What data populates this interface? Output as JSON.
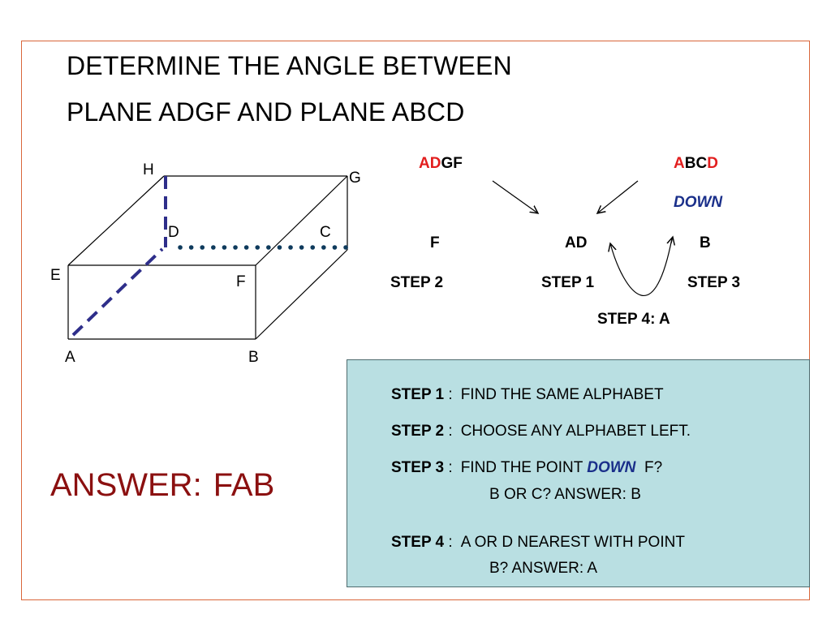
{
  "title": {
    "line1": "DETERMINE THE ANGLE BETWEEN",
    "line2": "PLANE ADGF AND PLANE ABCD"
  },
  "cube_labels": {
    "H": "H",
    "G": "G",
    "D": "D",
    "C": "C",
    "E": "E",
    "F": "F",
    "A": "A",
    "B": "B"
  },
  "planes": {
    "plane1": {
      "red_part": "AD",
      "black_part": "GF"
    },
    "plane2": {
      "red_a": "A",
      "black_part": "BC",
      "red_d": "D"
    },
    "down": "DOWN"
  },
  "steps_diagram": {
    "f": "F",
    "ad": "AD",
    "b": "B",
    "step2": "STEP 2",
    "step1": "STEP 1",
    "step3": "STEP 3",
    "step4": "STEP 4: A"
  },
  "answer": {
    "label": "ANSWER:",
    "value": "FAB"
  },
  "instructions": {
    "step1": {
      "label": "STEP 1",
      "sep": ":",
      "text": "FIND THE SAME  ALPHABET"
    },
    "step2": {
      "label": "STEP 2",
      "sep": ":",
      "text": "CHOOSE ANY ALPHABET LEFT."
    },
    "step3": {
      "label": "STEP 3",
      "sep": ":",
      "text_before": "FIND THE POINT",
      "emph": "DOWN",
      "text_after": "F?",
      "line2": "B OR C? ANSWER: B"
    },
    "step4": {
      "label": "STEP 4",
      "sep": ":",
      "text": "A OR D NEAREST WITH POINT",
      "line2": "B? ANSWER: A"
    }
  },
  "colors": {
    "red": "#e21e1e",
    "navy_dash": "#2e2e8a",
    "dots": "#0e3a5c",
    "answer": "#8b1010",
    "box_bg": "#b9dfe2",
    "frame": "#d9663a"
  }
}
